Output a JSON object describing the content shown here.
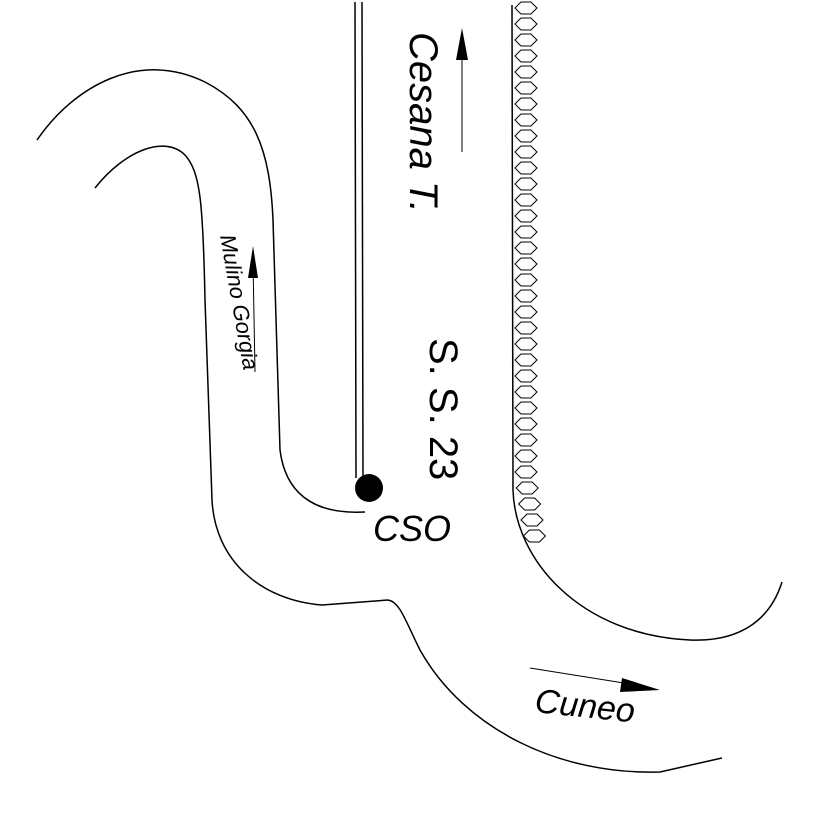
{
  "map": {
    "labels": {
      "cesana": "Cesana T.",
      "ss23": "S. S. 23",
      "mulino": "Mulino Gorgia",
      "cso": "CSO",
      "cuneo": "Cuneo"
    },
    "colors": {
      "line": "#000000",
      "background": "#ffffff"
    }
  }
}
